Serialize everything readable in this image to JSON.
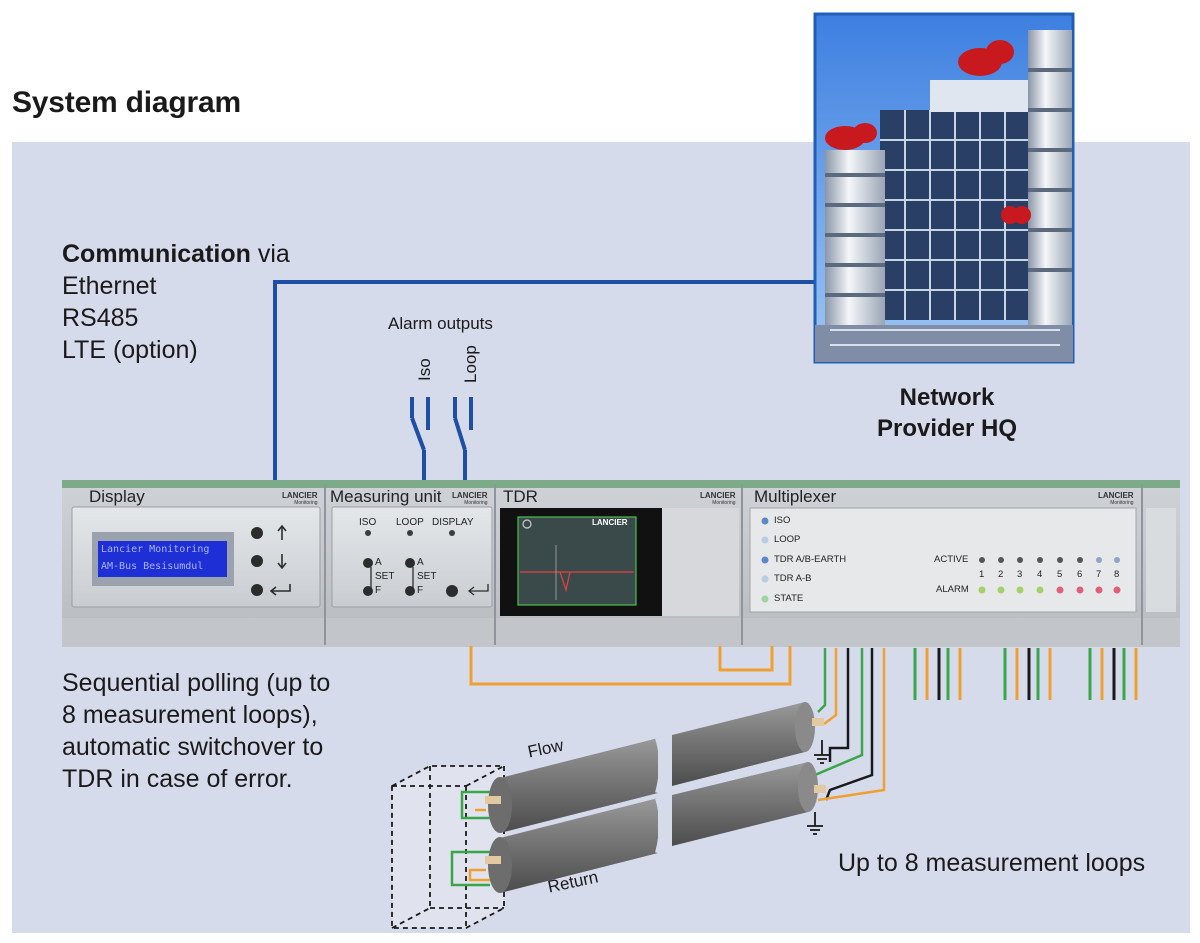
{
  "title": "System diagram",
  "communication": {
    "heading_bold": "Communication",
    "heading_rest": " via",
    "items": [
      "Ethernet",
      "RS485",
      "LTE (option)"
    ]
  },
  "alarm_outputs": {
    "title": "Alarm outputs",
    "iso": "Iso",
    "loop": "Loop"
  },
  "hq": {
    "line1": "Network",
    "line2": "Provider HQ"
  },
  "modules": {
    "display": "Display",
    "measuring": "Measuring unit",
    "tdr": "TDR",
    "multiplexer": "Multiplexer",
    "brand": "LANCIER",
    "brand_sub": "Monitoring"
  },
  "lcd": {
    "line1": "Lancier Monitoring",
    "line2": "AM-Bus Besisumdul"
  },
  "measuring_panel": {
    "iso": "ISO",
    "loop": "LOOP",
    "display": "DISPLAY",
    "a": "A",
    "set": "SET",
    "f": "F"
  },
  "multiplexer_panel": {
    "leds": [
      "ISO",
      "LOOP",
      "TDR A/B-EARTH",
      "TDR A-B",
      "STATE"
    ],
    "active": "ACTIVE",
    "alarm": "ALARM",
    "channels": [
      "1",
      "2",
      "3",
      "4",
      "5",
      "6",
      "7",
      "8"
    ]
  },
  "sequential": {
    "lines": [
      "Sequential polling (up to",
      "8 measurement loops),",
      "automatic switchover to",
      "TDR in case of error."
    ]
  },
  "pipes": {
    "flow": "Flow",
    "return": "Return"
  },
  "loops_label": "Up to 8 measurement loops",
  "colors": {
    "background_panel": "#d6dbec",
    "comm_line": "#1f4fa3",
    "orange_wire": "#f0a030",
    "green_wire": "#3aa64a",
    "lcd": "#1f2fd6",
    "frame_blue": "#1f5fb8"
  }
}
